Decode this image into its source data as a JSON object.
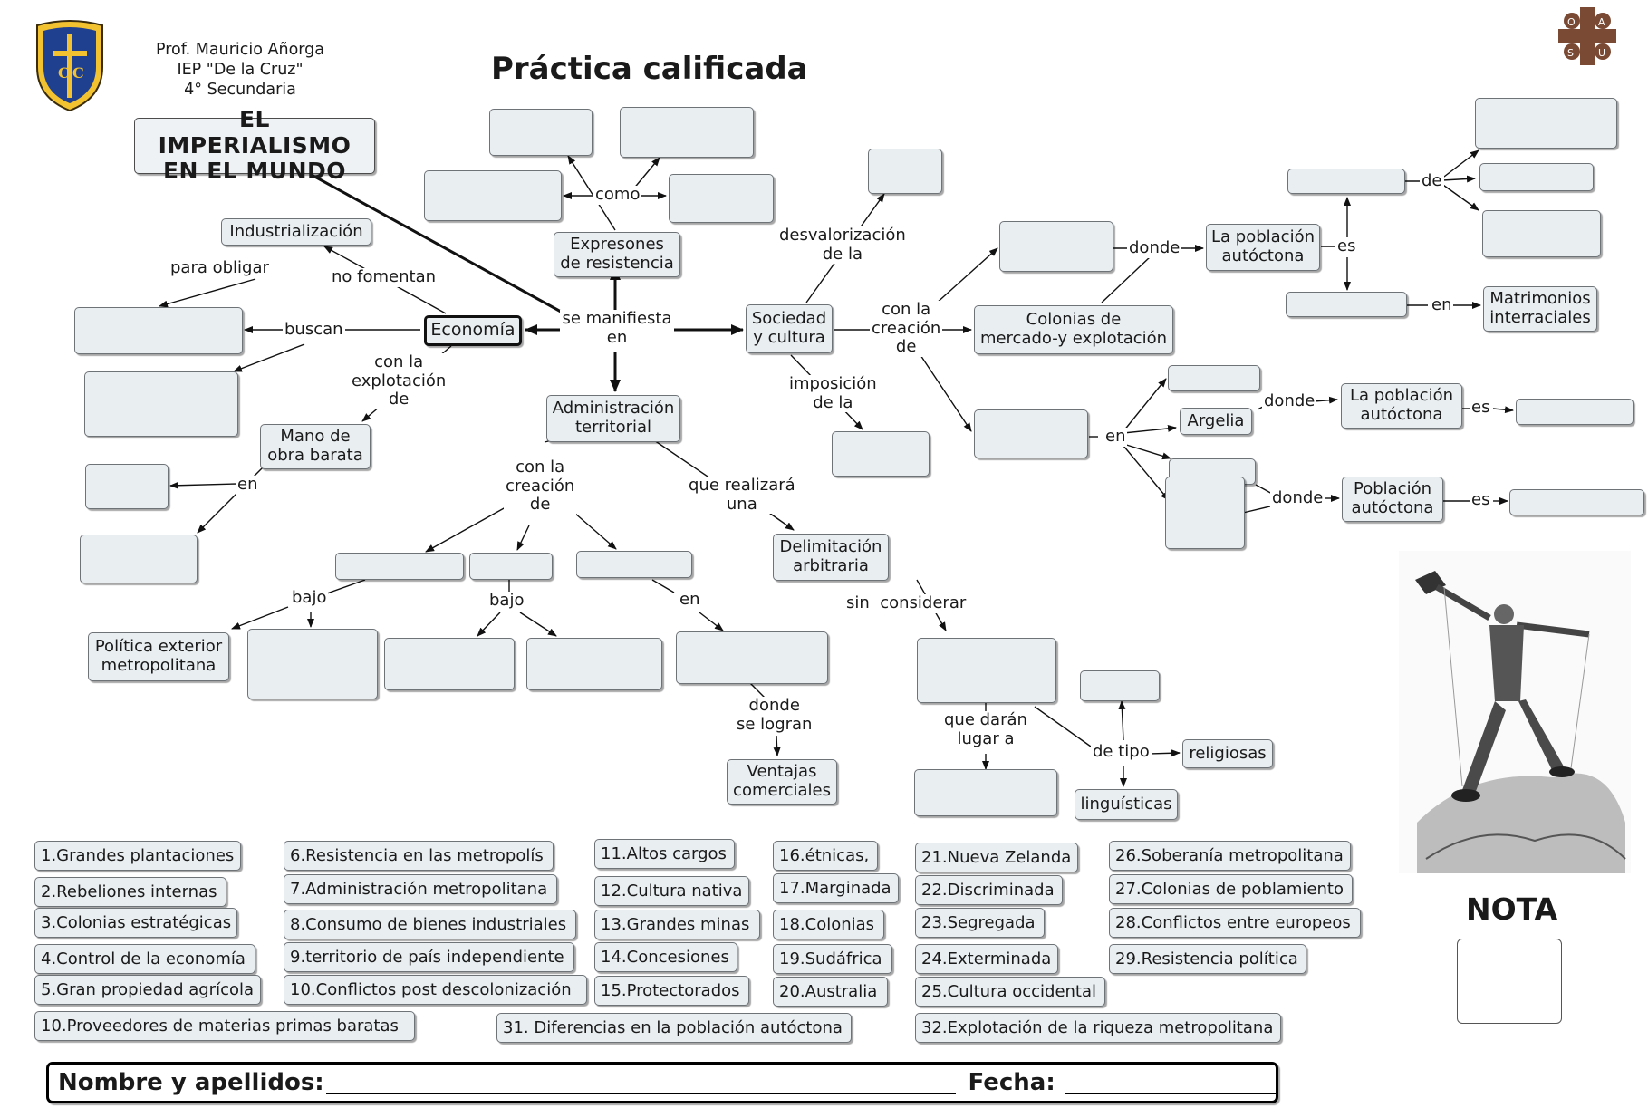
{
  "header": {
    "author_lines": [
      "Prof. Mauricio Añorga",
      "IEP \"De la Cruz\"",
      "4° Secundaria"
    ],
    "title": "Práctica calificada",
    "crest_letters": "CC",
    "seal_letters": [
      "O",
      "A",
      "S",
      "U"
    ]
  },
  "map": {
    "topic_line1": "EL IMPERIALISMO",
    "topic_line2": "EN EL MUNDO",
    "center": "se manifiesta\nen",
    "nodes": {
      "economia": "Economía",
      "industrializacion": "Industrialización",
      "mano_obra": "Mano de\nobra barata",
      "expresiones": "Expresones\nde resistencia",
      "administracion": "Administración\nterritorial",
      "delimitacion": "Delimitación\narbitraria",
      "ventajas": "Ventajas\ncomerciales",
      "politica": "Política exterior\nmetropolitana",
      "sociedad": "Sociedad\ny cultura",
      "colonias_mercado": "Colonias de\nmercado-y explotación",
      "poblacion1": "La población\nautóctona",
      "matrimonios": "Matrimonios\ninterraciales",
      "argelia": "Argelia",
      "poblacion2": "La población\nautóctona",
      "poblacion3": "Población\nautóctona",
      "religiosas": "religiosas",
      "linguisticas": "linguísticas"
    },
    "links": {
      "para_obligar": "para obligar",
      "no_fomentan": "no fomentan",
      "buscan": "buscan",
      "con_la_explotacion_de": "con la\nexplotación\nde",
      "en_left": "en",
      "como": "como",
      "desvalorizacion": "desvalorización\nde la",
      "imposicion": "imposición\nde la",
      "con_la_creacion_de_right": "con la\ncreación\nde",
      "donde1": "donde",
      "es1": "es",
      "de_right": "de",
      "en_matrimonios": "en",
      "en_colonias": "en",
      "donde2": "donde",
      "es2": "es",
      "donde3": "donde",
      "es3": "es",
      "con_la_creacion_de_mid": "con la\ncreación\nde",
      "que_realizara": "que realizará\nuna",
      "bajo1": "bajo",
      "bajo2": "bajo",
      "en_mid": "en",
      "donde_se_logran": "donde\nse logran",
      "sin_considerar": "sin  considerar",
      "que_daran": "que darán\nlugar a",
      "de_tipo": "de tipo"
    }
  },
  "options": [
    "1.Grandes plantaciones",
    "2.Rebeliones internas",
    "3.Colonias estratégicas",
    "4.Control de la economía",
    "5.Gran propiedad agrícola",
    "6.Resistencia en las metropolís",
    "7.Administración metropolitana",
    "8.Consumo de bienes industriales",
    "9.territorio de país independiente",
    "10.Conflictos post  descolonización",
    "11.Altos cargos",
    "12.Cultura nativa",
    "13.Grandes minas",
    "14.Concesiones",
    "15.Protectorados",
    "16.étnicas,",
    "17.Marginada",
    "18.Colonias",
    "19.Sudáfrica",
    "20.Australia",
    "21.Nueva Zelanda",
    "22.Discriminada",
    "23.Segregada",
    "24.Exterminada",
    "25.Cultura occidental",
    "26.Soberanía metropolitana",
    "27.Colonias de poblamiento",
    "28.Conflictos entre europeos",
    "29.Resistencia política",
    "10.Proveedores de materias primas  baratas",
    "31. Diferencias en la población autóctona",
    "32.Explotación de la riqueza metropolitana"
  ],
  "nota": {
    "label": "NOTA"
  },
  "footer": {
    "name_label": "Nombre y apellidos:",
    "date_label": "Fecha:"
  }
}
